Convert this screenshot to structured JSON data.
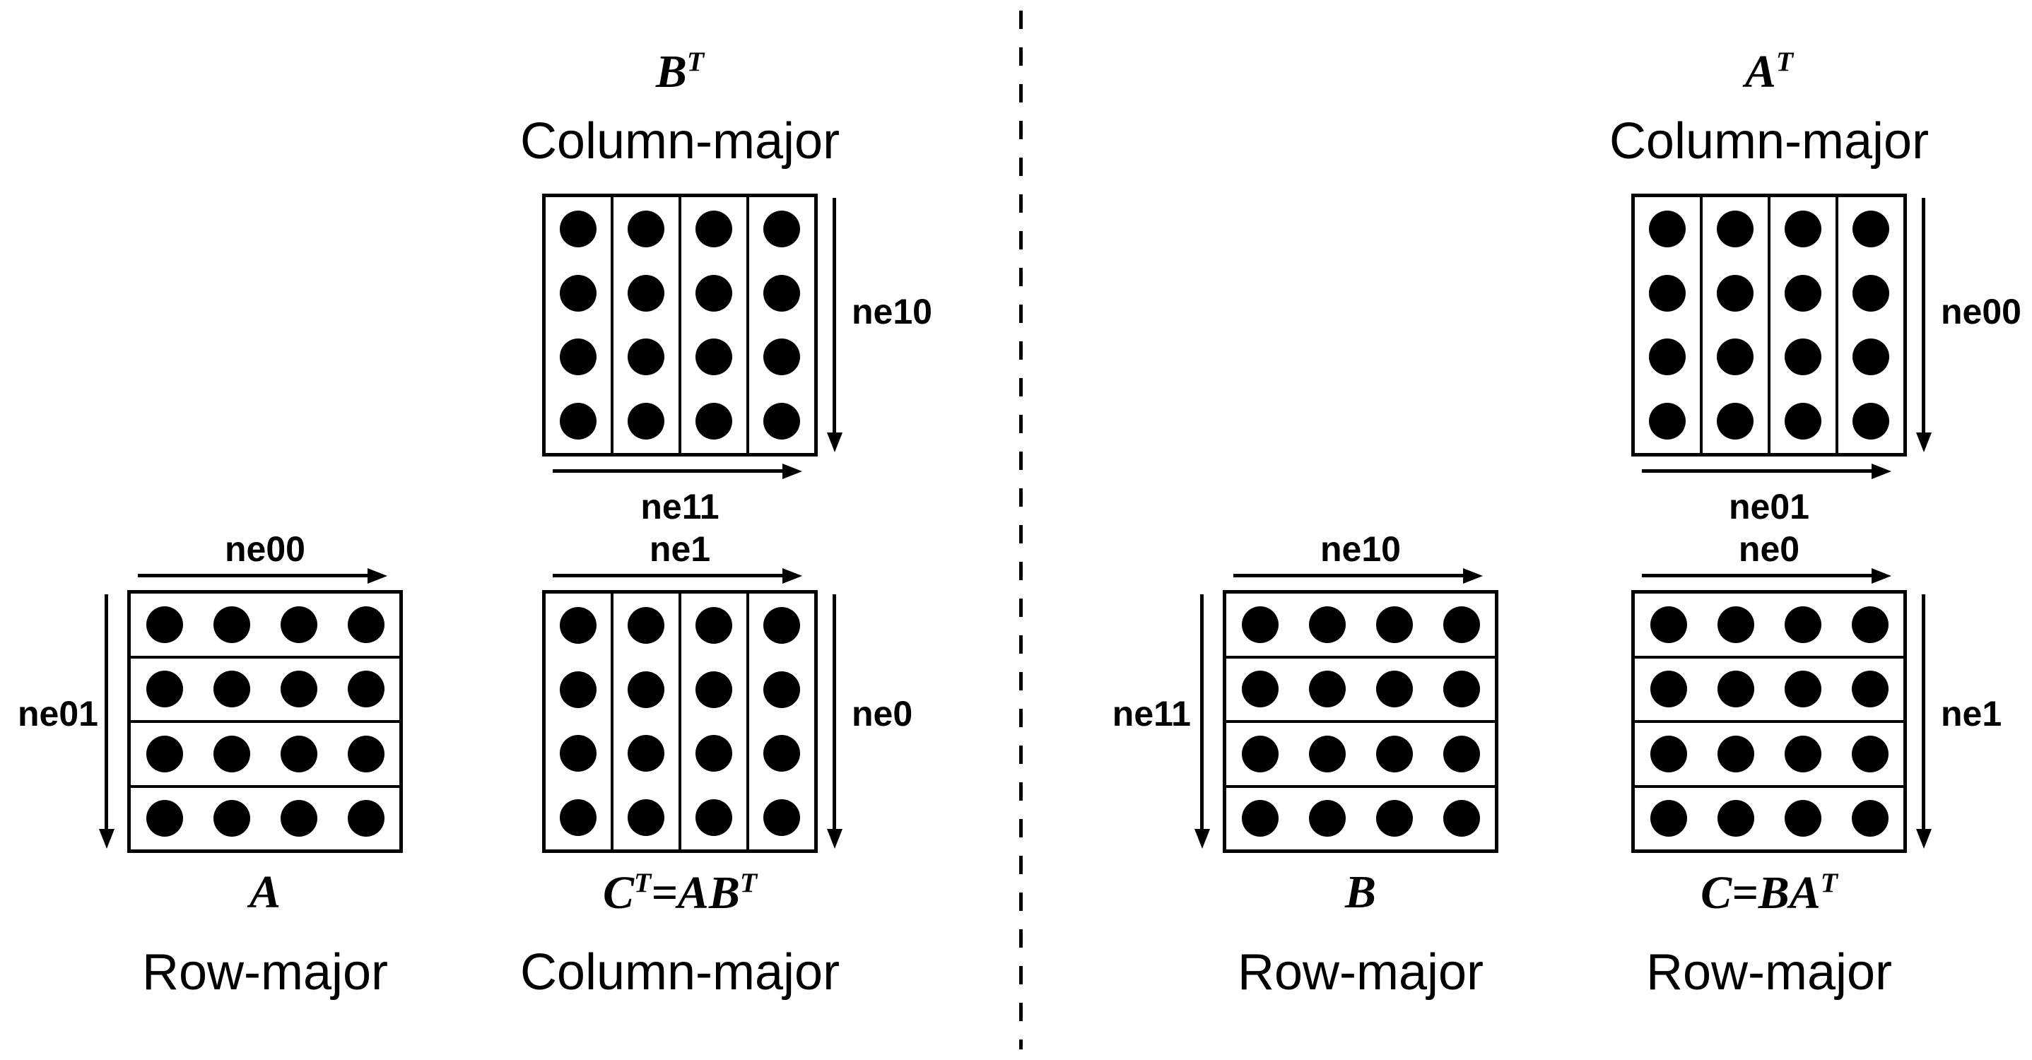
{
  "figure": {
    "grid": {
      "rows": 4,
      "cols": 4
    },
    "colors": {
      "ink": "#000000",
      "background": "#ffffff"
    }
  },
  "left_panel": {
    "top_matrix": {
      "title_math": [
        "B",
        "T"
      ],
      "layout_label": "Column-major",
      "orientation": "column",
      "right_arrow_label": "ne10",
      "bottom_arrow_label": "ne11"
    },
    "bottom_left_matrix": {
      "title_math": [
        "A"
      ],
      "layout_label": "Row-major",
      "orientation": "row",
      "top_arrow_label": "ne00",
      "left_arrow_label": "ne01"
    },
    "bottom_right_matrix": {
      "title_math": [
        "C",
        "T",
        "=AB",
        "T"
      ],
      "layout_label": "Column-major",
      "orientation": "column",
      "top_arrow_label": "ne1",
      "right_arrow_label": "ne0"
    }
  },
  "right_panel": {
    "top_matrix": {
      "title_math": [
        "A",
        "T"
      ],
      "layout_label": "Column-major",
      "orientation": "column",
      "right_arrow_label": "ne00",
      "bottom_arrow_label": "ne01"
    },
    "bottom_left_matrix": {
      "title_math": [
        "B"
      ],
      "layout_label": "Row-major",
      "orientation": "row",
      "top_arrow_label": "ne10",
      "left_arrow_label": "ne11"
    },
    "bottom_right_matrix": {
      "title_math": [
        "C=BA",
        "T"
      ],
      "layout_label": "Row-major",
      "orientation": "row",
      "top_arrow_label": "ne0",
      "right_arrow_label": "ne1"
    }
  }
}
